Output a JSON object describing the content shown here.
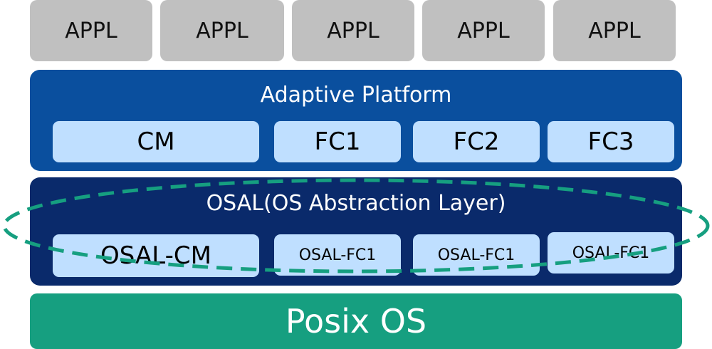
{
  "applications": [
    "APPL",
    "APPL",
    "APPL",
    "APPL",
    "APPL"
  ],
  "adaptive_platform": {
    "title": "Adaptive Platform",
    "modules": [
      "CM",
      "FC1",
      "FC2",
      "FC3"
    ]
  },
  "osal": {
    "title": "OSAL(OS Abstraction Layer)",
    "modules": [
      "OSAL-CM",
      "OSAL-FC1",
      "OSAL-FC1",
      "OSAL-FC1"
    ]
  },
  "posix": "Posix OS",
  "colors": {
    "appl_gray": "#c0c0c0",
    "adaptive_blue": "#0a4f9e",
    "osal_navy": "#0a2a6b",
    "module_light_blue": "#bfdfff",
    "posix_green": "#169f80",
    "highlight_dashed_ellipse": "#169f80"
  }
}
